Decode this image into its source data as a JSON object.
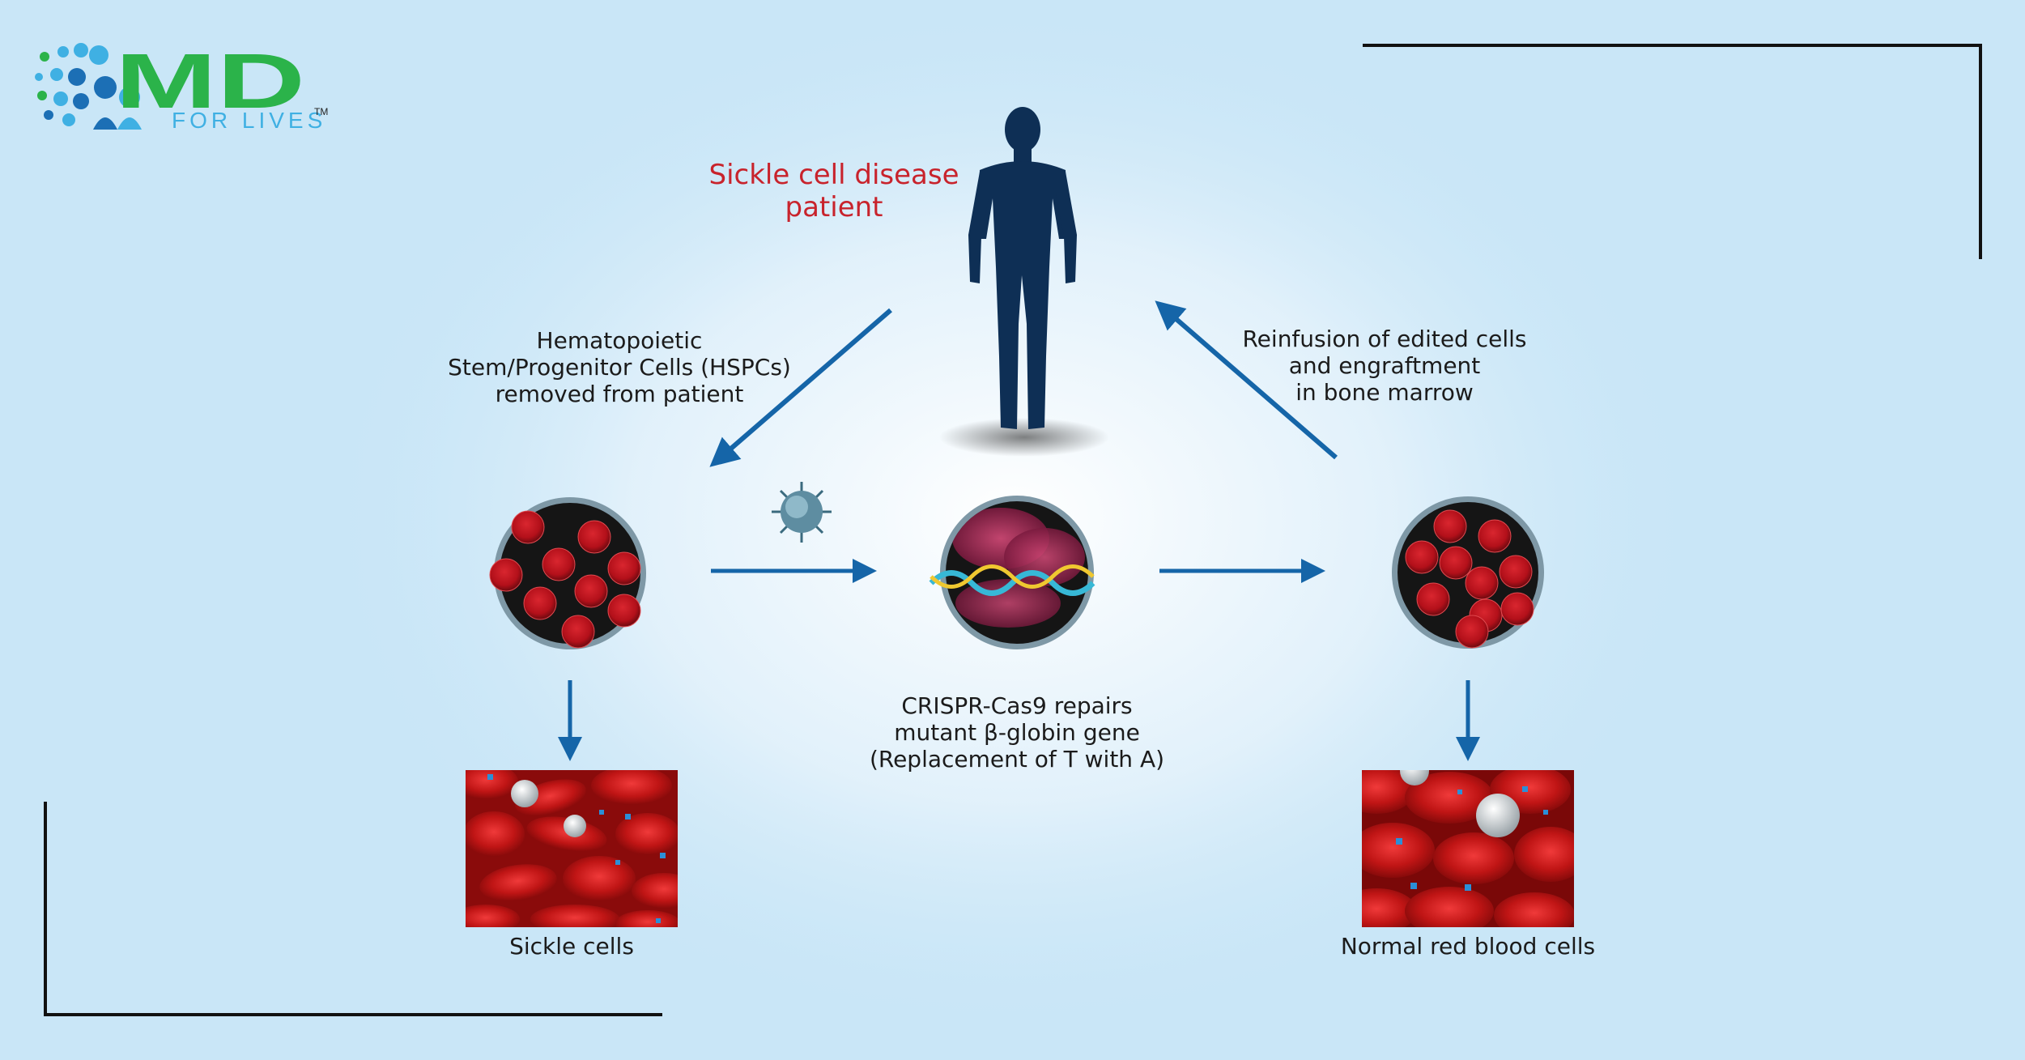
{
  "logo": {
    "mark": "MD",
    "tagline": "FOR LIVES",
    "tm": "TM",
    "colors": {
      "green": "#2bb34a",
      "blue": "#1c6fb5",
      "light": "#3fb0e3"
    }
  },
  "patient": {
    "line1": "Sickle cell disease",
    "line2": "patient"
  },
  "hspc": {
    "line1": "Hematopoietic",
    "line2": "Stem/Progenitor Cells (HSPCs)",
    "line3": "removed from patient"
  },
  "reinfusion": {
    "line1": "Reinfusion of edited cells",
    "line2": "and engraftment",
    "line3": "in bone marrow"
  },
  "crispr": {
    "line1": "CRISPR-Cas9 repairs",
    "line2": "mutant β-globin gene",
    "line3": "(Replacement of T with A)"
  },
  "left_image_caption": "Sickle cells",
  "right_image_caption": "Normal red blood cells",
  "icons": [
    "human-silhouette-icon",
    "virus-icon",
    "arrow-icon",
    "cell-dish-icon",
    "dna-icon"
  ],
  "colors": {
    "arrow": "#1565a8",
    "text_red": "#c8232c",
    "background": "#c9e6f7",
    "cells": "#b3101a"
  }
}
